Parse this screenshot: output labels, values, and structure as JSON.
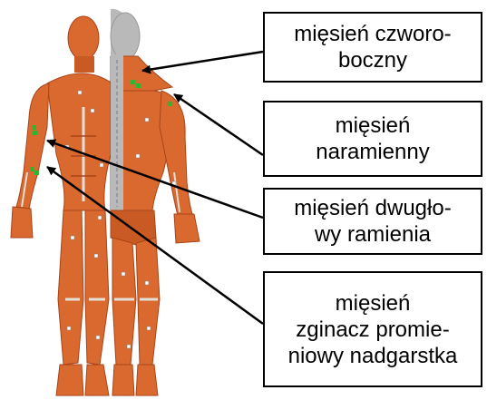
{
  "labels": [
    "mięsień czworo-\nboczny",
    "mięsień\nnaramienny",
    "mięsień dwugło-\nwy ramienia",
    "mięsień\nzginacz promie-\nniowy nadgarstka"
  ],
  "colors": {
    "muscle": "#d9692e",
    "muscle_dark": "#a8451a",
    "tendon": "#e4e0d8",
    "skeleton_gray": "#b9b9b9",
    "marker_green": "#2fb52f",
    "line": "#000000"
  }
}
